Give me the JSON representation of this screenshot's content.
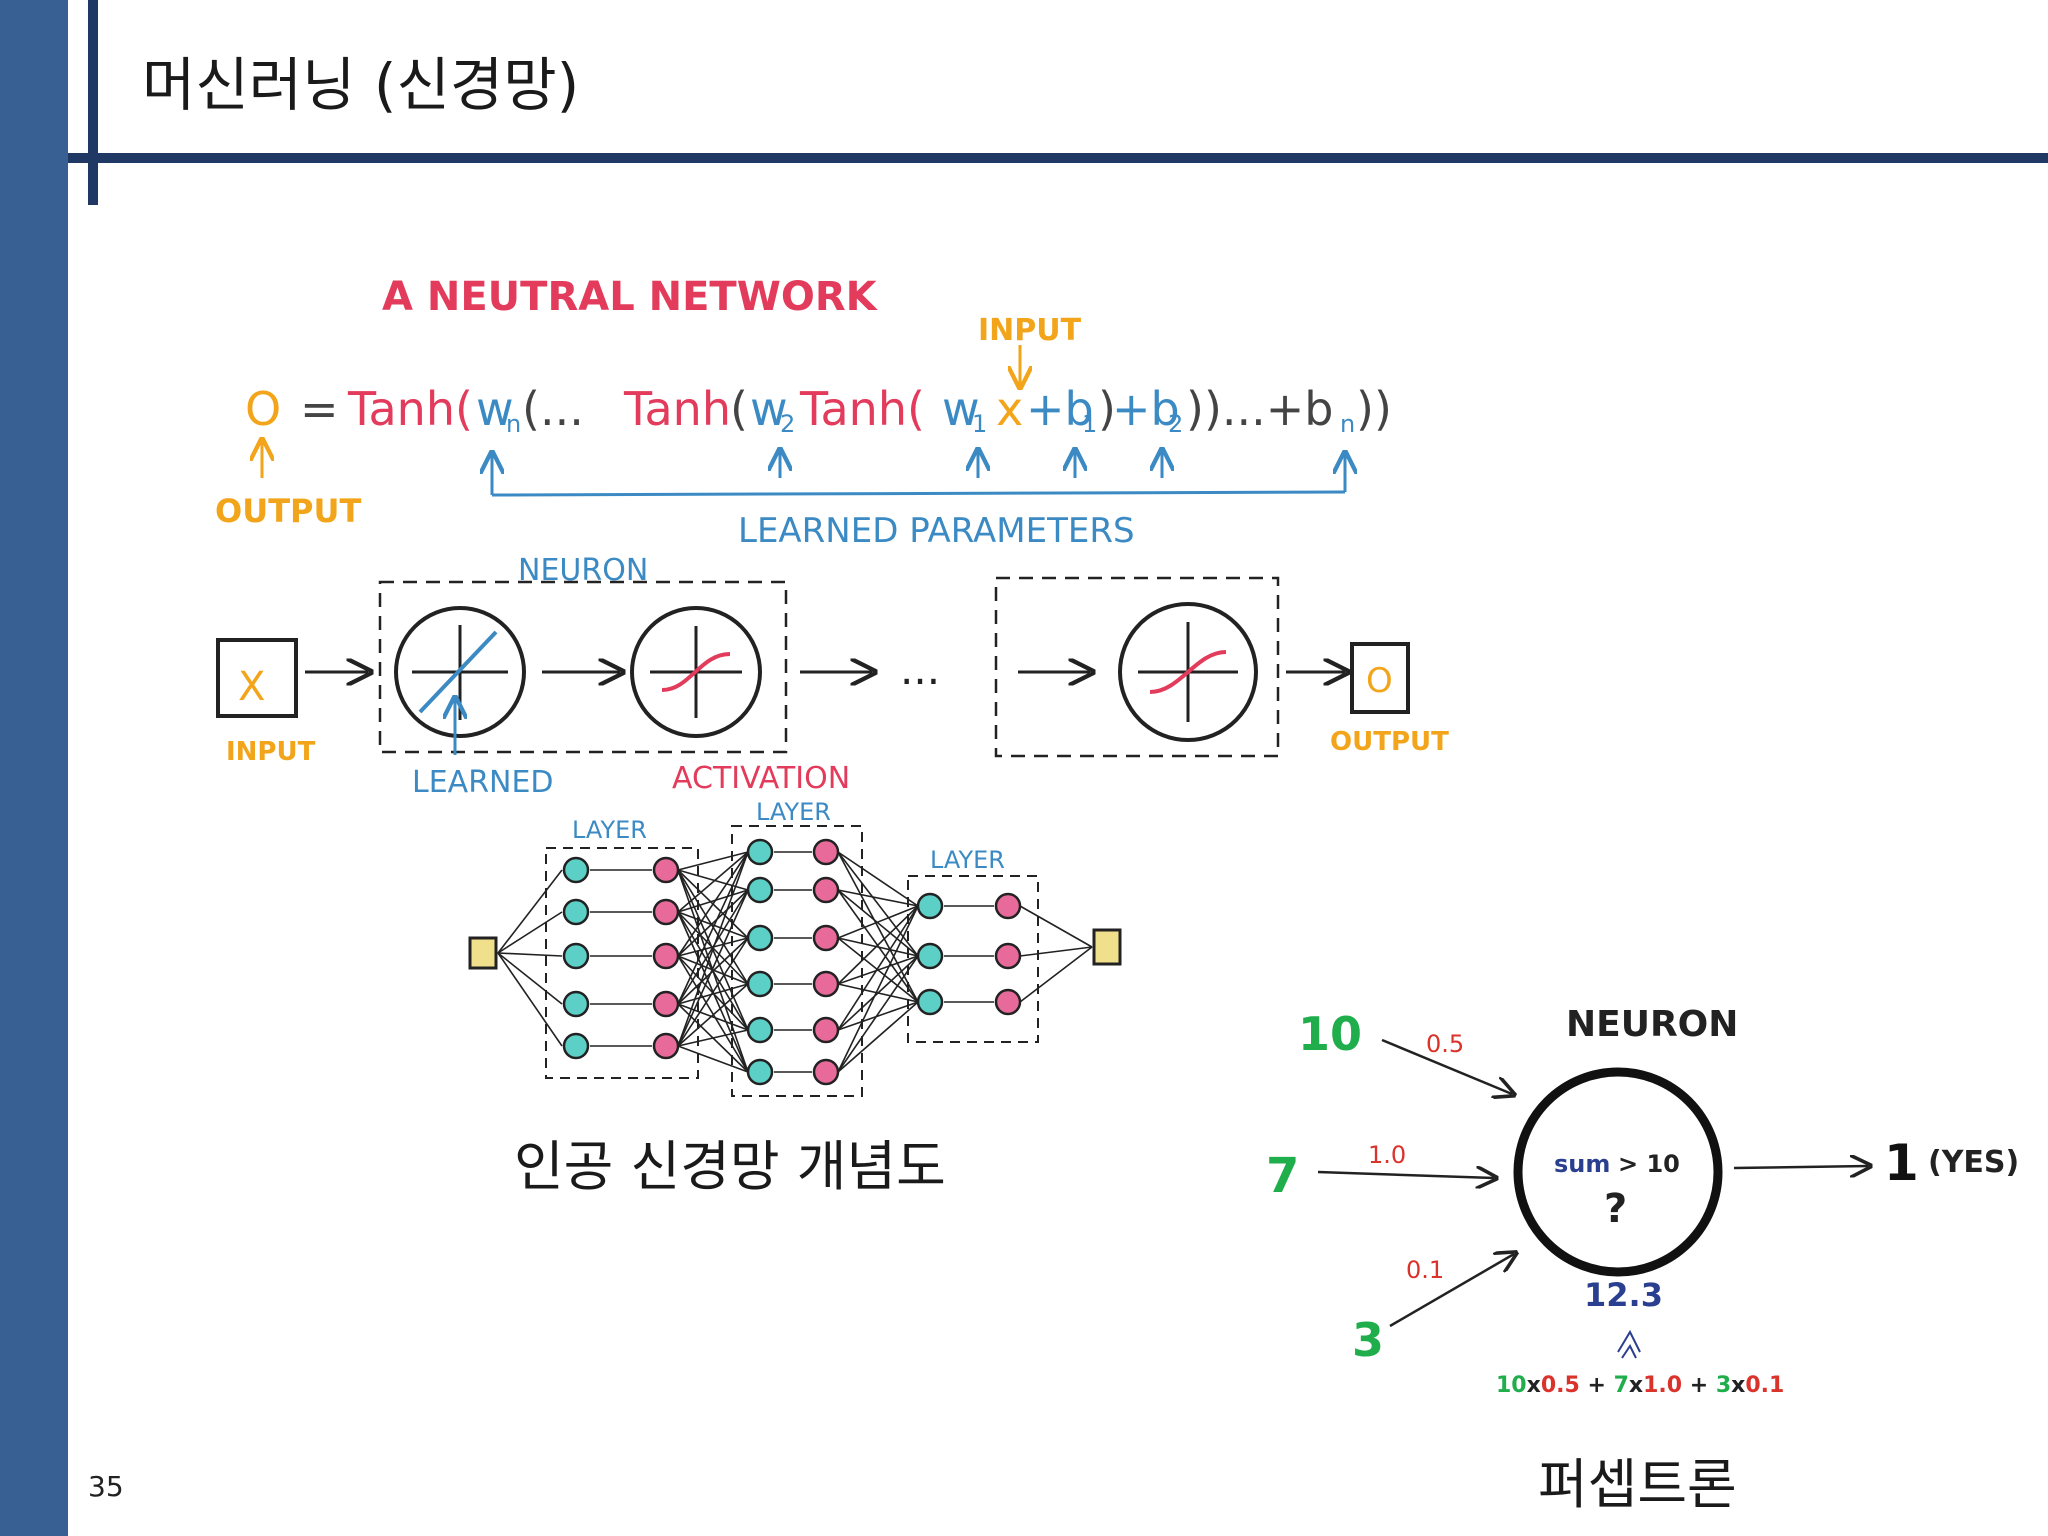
{
  "slide": {
    "title": "머신러닝 (신경망)",
    "page_number": "35"
  },
  "figure1": {
    "heading": "A NEUTRAL NETWORK",
    "input_label_top": "INPUT",
    "output_o": "O",
    "equals": "=",
    "tanh_outer": "Tanh(",
    "w_n": "w",
    "w_n_sub": "n",
    "ellipsis_1": "(...",
    "tanh_mid": "Tanh",
    "w_2": "w",
    "w_2_sub": "2",
    "tanh_inner": "Tanh(",
    "w_1": "w",
    "w_1_sub": "1",
    "x": "x",
    "plus_b1": "+b",
    "b1_sub": "1",
    "plus_b2": "+b",
    "b2_sub": "2",
    "closing": "))...+b",
    "bn_sub": "n",
    "closing_end": "))",
    "output_label_top": "OUTPUT",
    "learned_parameters": "LEARNED PARAMETERS",
    "neuron_label": "NEURON",
    "input_box": "X",
    "input_label": "INPUT",
    "output_box": "O",
    "output_label": "OUTPUT",
    "dots": "...",
    "learned": "LEARNED",
    "activation": "ACTIVATION",
    "layer_1": "LAYER",
    "layer_2": "LAYER",
    "layer_3": "LAYER"
  },
  "caption_left": "인공 신경망 개념도",
  "perceptron": {
    "input_1": "10",
    "weight_1": "0.5",
    "input_2": "7",
    "weight_2": "1.0",
    "input_3": "3",
    "weight_3": "0.1",
    "neuron_title": "NEURON",
    "sum_word": "sum",
    "threshold": "> 10",
    "question": "?",
    "sum_value": "12.3",
    "output_value": "1",
    "output_label": "(YES)",
    "formula_parts": [
      "10",
      "x",
      "0.5",
      " + ",
      "7",
      "x",
      "1.0",
      " + ",
      "3",
      "x",
      "0.1"
    ]
  },
  "caption_right": "퍼셉트론",
  "colors": {
    "sidebar": "#386092",
    "title_bar": "#1f3864",
    "pink": "#e23b5b",
    "blue": "#3b8ac4",
    "orange": "#f2a51a",
    "green": "#1fae4b",
    "red": "#d9332b",
    "navy": "#2a3f8f",
    "teal": "#5ccfc6",
    "rose": "#e86a9a"
  }
}
